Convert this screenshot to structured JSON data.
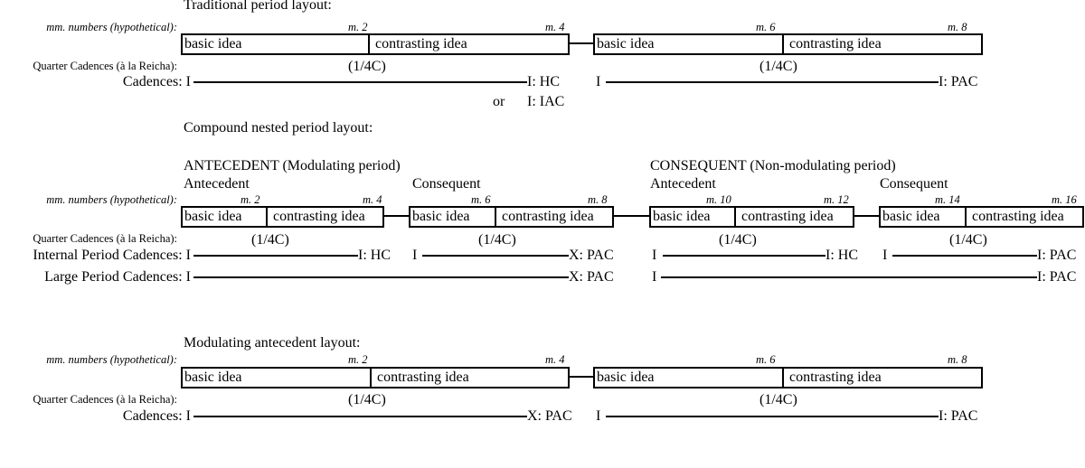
{
  "labels": {
    "mm_numbers": "mm. numbers (hypothetical):",
    "quarter_cadences": "Quarter Cadences (à la Reicha):",
    "cadences": "Cadences: I",
    "internal_period_cadences": "Internal Period Cadences: I",
    "large_period_cadences": "Large Period Cadences: I",
    "basic_idea": "basic idea",
    "contrasting_idea": "contrasting idea",
    "quarter_cadence": "(1/4C)",
    "tonic": "I"
  },
  "traditional": {
    "title": "Traditional period layout:",
    "measures": [
      "m. 2",
      "m. 4",
      "m. 6",
      "m. 8"
    ],
    "cadence_1": "I: HC",
    "cadence_1_alt_or": "or",
    "cadence_1_alt": "I: IAC",
    "cadence_2": "I: PAC"
  },
  "compound": {
    "title": "Compound nested period layout:",
    "group_1_title": "ANTECEDENT (Modulating period)",
    "group_2_title": "CONSEQUENT (Non-modulating period)",
    "sub_antecedent": "Antecedent",
    "sub_consequent": "Consequent",
    "measures": [
      "m. 2",
      "m. 4",
      "m. 6",
      "m. 8",
      "m. 10",
      "m. 12",
      "m. 14",
      "m. 16"
    ],
    "internal_cadences": [
      "I: HC",
      "X: PAC",
      "I: HC",
      "I: PAC"
    ],
    "large_cadences": [
      "X: PAC",
      "I: PAC"
    ]
  },
  "modulating": {
    "title": "Modulating antecedent layout:",
    "measures": [
      "m. 2",
      "m. 4",
      "m. 6",
      "m. 8"
    ],
    "cadence_1": "X: PAC",
    "cadence_2": "I: PAC"
  }
}
